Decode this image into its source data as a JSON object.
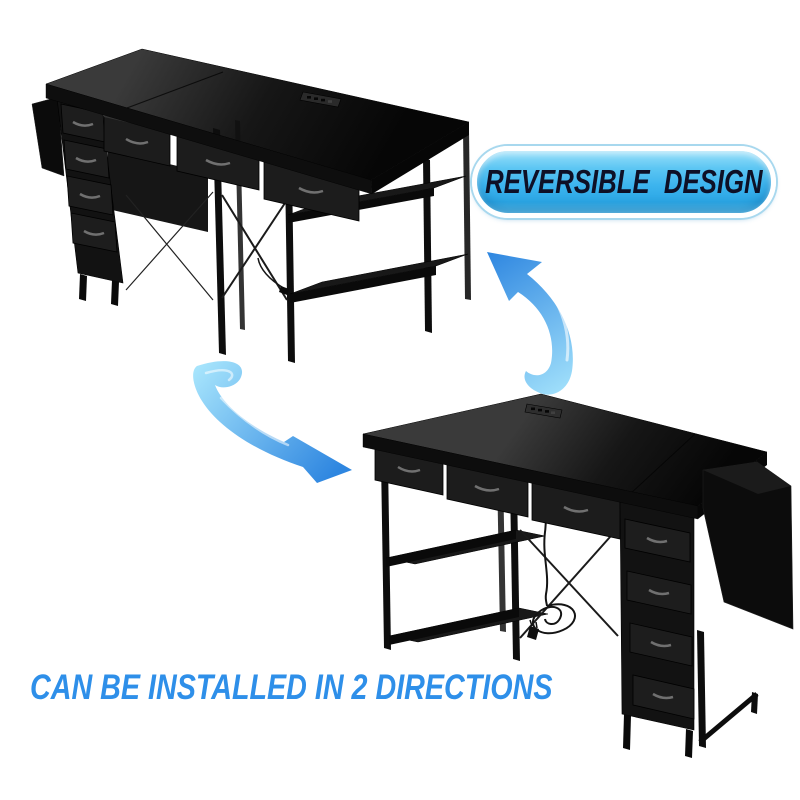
{
  "page": {
    "background_color": "#FFFFFF"
  },
  "badge": {
    "label": "REVERSIBLE  DESIGN",
    "text_color": "#0E1026",
    "fill_color": "#41B8EF",
    "fill_highlight": "#8EDCF9",
    "ring_color": "#FFFFFF",
    "outline_color": "#A8D8EE"
  },
  "caption": {
    "label": "CAN BE INSTALLED IN 2 DIRECTIONS",
    "color": "#2E8FE9"
  },
  "arrows": {
    "color_light": "#A6E4FC",
    "color_dark": "#2E86E0"
  },
  "product": {
    "body_color": "#0B0B0B",
    "views": [
      {
        "id": "top-left-desk",
        "orientation": "drawer tower on left, open shelves on right"
      },
      {
        "id": "bottom-right-desk",
        "orientation": "drawer tower on right, open shelves on left"
      }
    ]
  }
}
